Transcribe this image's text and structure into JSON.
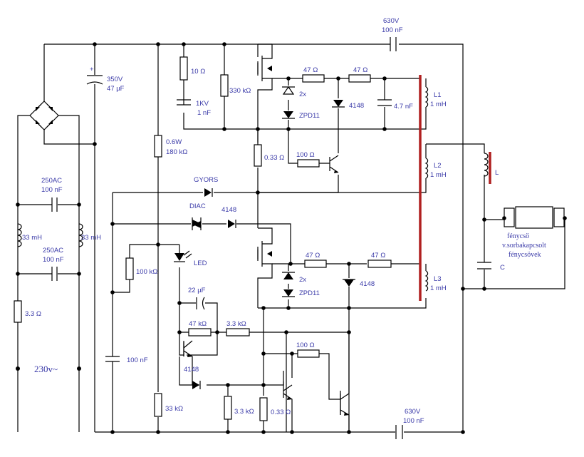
{
  "components": {
    "c_top": {
      "v": "630V",
      "c": "100 nF"
    },
    "c_bulk": {
      "v": "350V",
      "c": "47 µF"
    },
    "r_gate_top": "10 Ω",
    "c_snub": {
      "v": "1KV",
      "c": "1 nF"
    },
    "r_330k": "330 kΩ",
    "r_47_a": "47 Ω",
    "r_47_b": "47 Ω",
    "zener_top": {
      "count": "2x",
      "type": "ZPD11"
    },
    "diode_top": "4148",
    "c_47nf": "4.7 nF",
    "l1": {
      "name": "L1",
      "val": "1 mH"
    },
    "l2": {
      "name": "L2",
      "val": "1 mH"
    },
    "l3": {
      "name": "L3",
      "val": "1 mH"
    },
    "r_180k": {
      "p": "0.6W",
      "r": "180 kΩ"
    },
    "r_033_top": "0.33 Ω",
    "r_100_top": "100 Ω",
    "gyors": "GYORS",
    "diac": "DIAC",
    "diode_4148_mid": "4148",
    "c_250_a": {
      "v": "250AC",
      "c": "100 nF"
    },
    "c_250_b": {
      "v": "250AC",
      "c": "100 nF"
    },
    "l_33_left": "33 mH",
    "l_33_right": "33 mH",
    "r_33": "3.3 Ω",
    "mains": "230v~",
    "r_100k": "100 kΩ",
    "led": "LED",
    "r_47_c": "47 Ω",
    "r_47_d": "47 Ω",
    "zener_bot": {
      "count": "2x",
      "type": "ZPD11"
    },
    "diode_bot": "4148",
    "c_22u": "22 µF",
    "r_47k": "47 kΩ",
    "r_3k3_a": "3.3 kΩ",
    "r_100_bot": "100 Ω",
    "diode_4148_low": "4148",
    "c_100n_left": "100 nF",
    "r_33k": "33 kΩ",
    "r_3k3_b": "3.3 kΩ",
    "r_033_bot": "0.33 Ω",
    "c_bot": {
      "v": "630V",
      "c": "100 nF"
    },
    "choke": "L",
    "c_lamp": "C",
    "lamp": [
      "fénycsö",
      "v.sorbakapcsolt",
      "fénycsövek"
    ]
  }
}
